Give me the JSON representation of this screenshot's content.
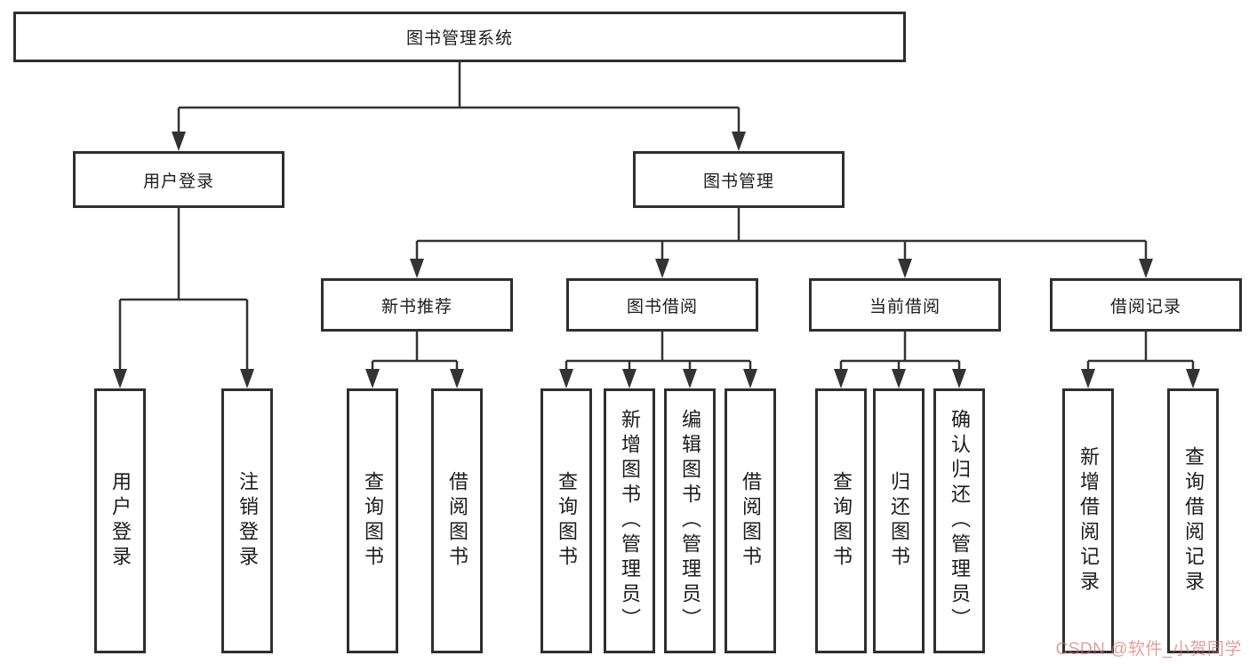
{
  "diagram_title": "图书管理系统",
  "watermark": "CSDN @软件_小贺同学",
  "colors": {
    "line": "#333333",
    "box_border": "#2f2f2f",
    "text": "#1c1c1c",
    "background": "#ffffff",
    "watermark": "#d66a6a"
  },
  "nodes": {
    "root": {
      "label": "图书管理系统"
    },
    "user_login": {
      "label": "用户登录"
    },
    "book_mgmt": {
      "label": "图书管理"
    },
    "new_book_rec": {
      "label": "新书推荐"
    },
    "book_borrow": {
      "label": "图书借阅"
    },
    "current_borrow": {
      "label": "当前借阅"
    },
    "borrow_records": {
      "label": "借阅记录"
    },
    "leaf_user_login": {
      "label": "用户登录"
    },
    "leaf_logout": {
      "label": "注销登录"
    },
    "leaf_nbr_query_book": {
      "label": "查询图书"
    },
    "leaf_nbr_borrow_book": {
      "label": "借阅图书"
    },
    "leaf_bb_query_book": {
      "label": "查询图书"
    },
    "leaf_bb_add_book": {
      "label": "新增图书（管理员）"
    },
    "leaf_bb_edit_book": {
      "label": "编辑图书（管理员）"
    },
    "leaf_bb_borrow_book": {
      "label": "借阅图书"
    },
    "leaf_cb_query_book": {
      "label": "查询图书"
    },
    "leaf_cb_return_book": {
      "label": "归还图书"
    },
    "leaf_cb_confirm_return": {
      "label": "确认归还（管理员）"
    },
    "leaf_br_add_record": {
      "label": "新增借阅记录"
    },
    "leaf_br_query_record": {
      "label": "查询借阅记录"
    }
  }
}
